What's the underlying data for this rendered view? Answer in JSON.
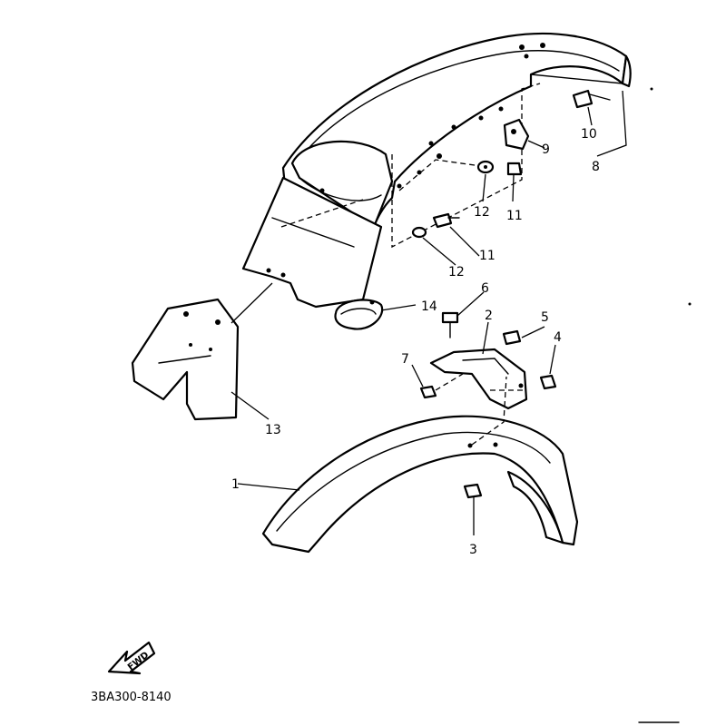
{
  "callouts": {
    "c1": "1",
    "c2": "2",
    "c3": "3",
    "c4": "4",
    "c5": "5",
    "c6": "6",
    "c7": "7",
    "c8": "8",
    "c9": "9",
    "c10": "10",
    "c11a": "11",
    "c11b": "11",
    "c12a": "12",
    "c12b": "12",
    "c13": "13",
    "c14": "14"
  },
  "direction_marker": "FWD",
  "diagram_code": "3BA300-8140"
}
